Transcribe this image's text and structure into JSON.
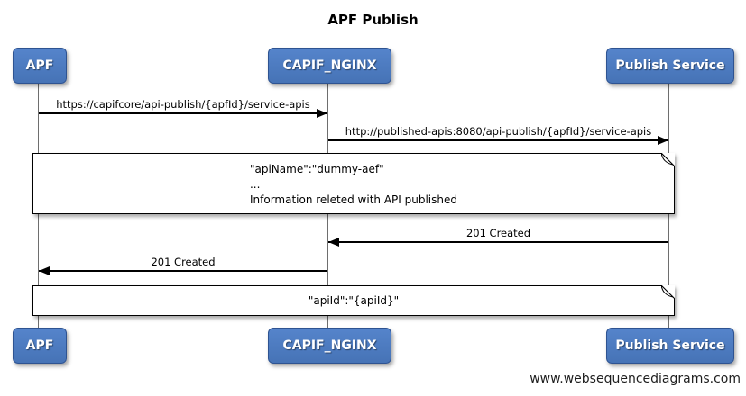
{
  "title": "APF Publish",
  "actors": [
    {
      "name": "APF"
    },
    {
      "name": "CAPIF_NGINX"
    },
    {
      "name": "Publish Service"
    }
  ],
  "messages": [
    {
      "from": "APF",
      "to": "CAPIF_NGINX",
      "direction": "right",
      "label": "https://capifcore/api-publish/{apfId}/service-apis"
    },
    {
      "from": "CAPIF_NGINX",
      "to": "Publish Service",
      "direction": "right",
      "label": "http://published-apis:8080/api-publish/{apfId}/service-apis"
    },
    {
      "from": "Publish Service",
      "to": "CAPIF_NGINX",
      "direction": "left",
      "label": "201 Created"
    },
    {
      "from": "CAPIF_NGINX",
      "to": "APF",
      "direction": "left",
      "label": "201 Created"
    }
  ],
  "notes": [
    {
      "lines": [
        "\"apiName\":\"dummy-aef\"",
        "...",
        "Information releted with API published"
      ]
    },
    {
      "lines": [
        "\"apiId\":\"{apiId}\""
      ]
    }
  ],
  "watermark": "www.websequencediagrams.com",
  "colors": {
    "actor_fill": "#4d7ac2",
    "actor_border": "#2e5391",
    "actor_text": "#ffffff",
    "message_line": "#000000",
    "lifeline": "#6e6e6e",
    "note_fill": "#ffffff",
    "note_border": "#000000",
    "background": "#ffffff"
  }
}
